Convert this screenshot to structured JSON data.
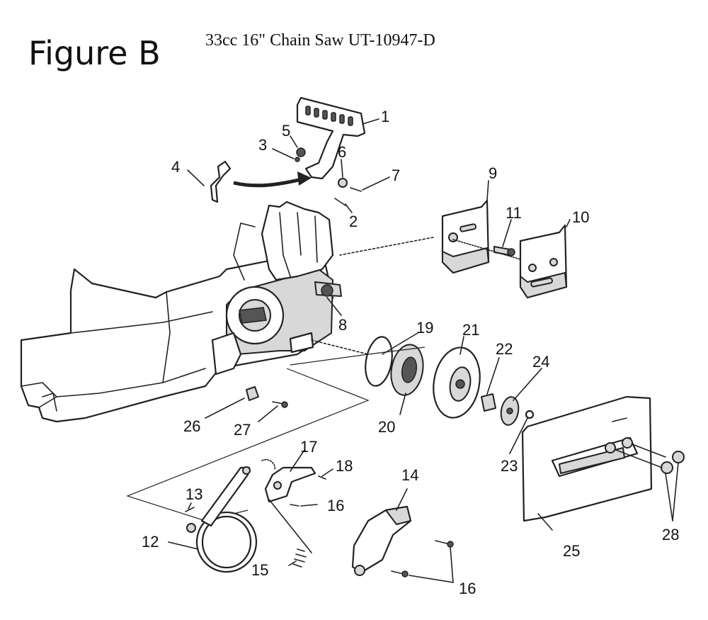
{
  "figure_label": "Figure B",
  "figure_title": "33cc 16\" Chain Saw UT-10947-D",
  "parts": [
    {
      "id": "p1",
      "label": "1"
    },
    {
      "id": "p2",
      "label": "2"
    },
    {
      "id": "p3",
      "label": "3"
    },
    {
      "id": "p4",
      "label": "4"
    },
    {
      "id": "p5",
      "label": "5"
    },
    {
      "id": "p6",
      "label": "6"
    },
    {
      "id": "p7",
      "label": "7"
    },
    {
      "id": "p8",
      "label": "8"
    },
    {
      "id": "p9",
      "label": "9"
    },
    {
      "id": "p10",
      "label": "10"
    },
    {
      "id": "p11",
      "label": "11"
    },
    {
      "id": "p12",
      "label": "12"
    },
    {
      "id": "p13",
      "label": "13"
    },
    {
      "id": "p14",
      "label": "14"
    },
    {
      "id": "p15",
      "label": "15"
    },
    {
      "id": "p16a",
      "label": "16"
    },
    {
      "id": "p16b",
      "label": "16"
    },
    {
      "id": "p17",
      "label": "17"
    },
    {
      "id": "p18",
      "label": "18"
    },
    {
      "id": "p19",
      "label": "19"
    },
    {
      "id": "p20",
      "label": "20"
    },
    {
      "id": "p21",
      "label": "21"
    },
    {
      "id": "p22",
      "label": "22"
    },
    {
      "id": "p23",
      "label": "23"
    },
    {
      "id": "p24",
      "label": "24"
    },
    {
      "id": "p25",
      "label": "25"
    },
    {
      "id": "p26",
      "label": "26"
    },
    {
      "id": "p27",
      "label": "27"
    },
    {
      "id": "p28",
      "label": "28"
    }
  ]
}
